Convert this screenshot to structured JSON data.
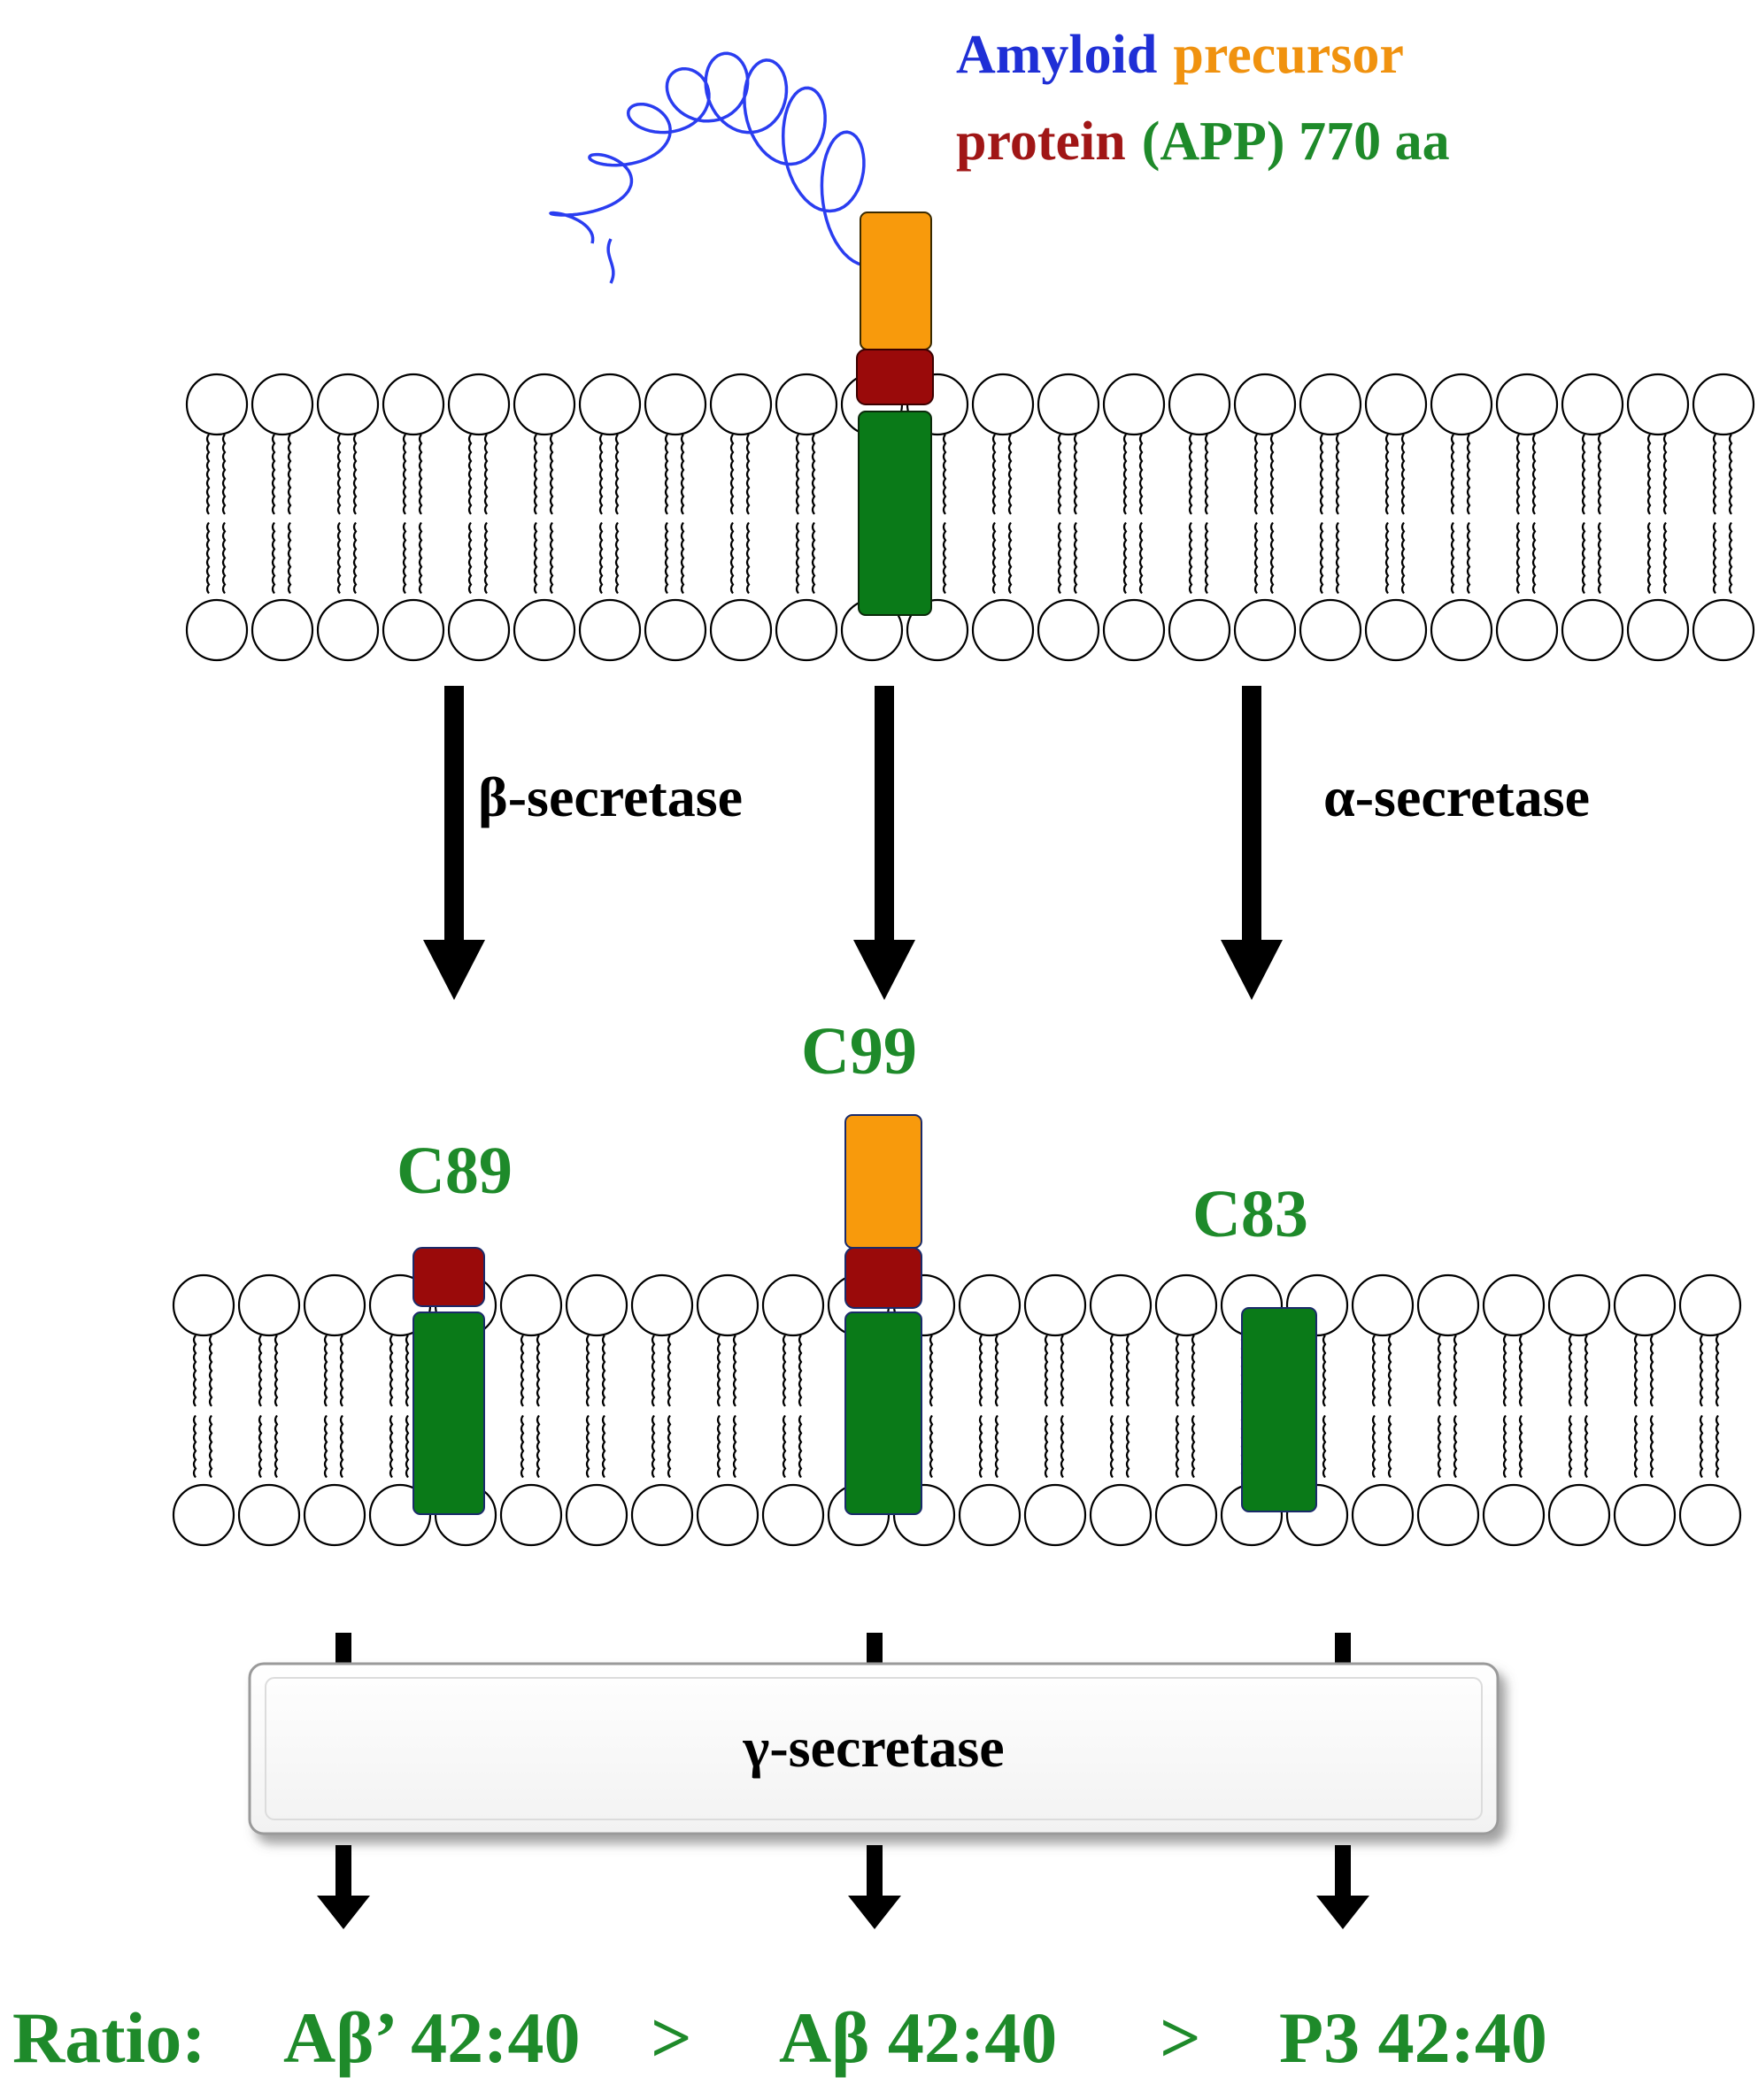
{
  "title": {
    "word1": "Amyloid",
    "word2": "precursor",
    "word3": "protein",
    "word4": "(APP) 770 aa"
  },
  "enzymes": {
    "beta": "β-secretase",
    "alpha": "α-secretase",
    "gamma": "γ-secretase"
  },
  "fragments": {
    "c99": "C99",
    "c89": "C89",
    "c83": "C83"
  },
  "ratio": {
    "label": "Ratio:",
    "abeta_prime": "Aβ’ 42:40",
    "gt1": ">",
    "abeta": "Aβ 42:40",
    "gt2": ">",
    "p3": "P3 42:40"
  },
  "colors": {
    "title_blue": "#1f2fd6",
    "title_orange": "#f0920f",
    "title_red": "#a01616",
    "label_green": "#1e8a2a",
    "domain_orange": "#f89a0c",
    "domain_red": "#9a0a0a",
    "domain_green": "#0a7a18",
    "helix_blue": "#2a3df0"
  },
  "icons": {
    "membrane": "lipid-bilayer-icon",
    "helix": "alpha-helix-icon",
    "arrow": "down-arrow-icon"
  }
}
